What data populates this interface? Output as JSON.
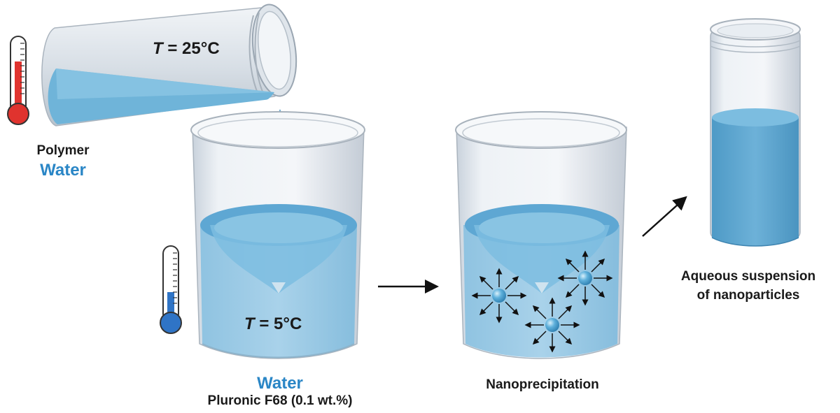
{
  "colors": {
    "water": "#6fb4d9",
    "water_dark": "#4f9cc8",
    "glass": "#e3e8ee",
    "thermo_hot": "#e0332e",
    "thermo_cold": "#2f74c6",
    "accent_text": "#2a86c6"
  },
  "icons": [
    "thermometer-hot-icon",
    "thermometer-cold-icon",
    "arrow-right-icon",
    "arrow-up-right-icon",
    "droplet-icon",
    "nanoparticle-icon"
  ],
  "tube": {
    "temperature_symbol": "T",
    "temperature_value": " = 25°C",
    "line1": "Polymer",
    "line2": "Water"
  },
  "beaker1": {
    "temperature_symbol": "T",
    "temperature_value": " = 5°C",
    "line1": "Water",
    "line2": "Pluronic F68 (0.1 wt.%)"
  },
  "beaker2": {
    "label": "Nanoprecipitation"
  },
  "vial": {
    "line1": "Aqueous suspension",
    "line2": "of nanoparticles"
  }
}
